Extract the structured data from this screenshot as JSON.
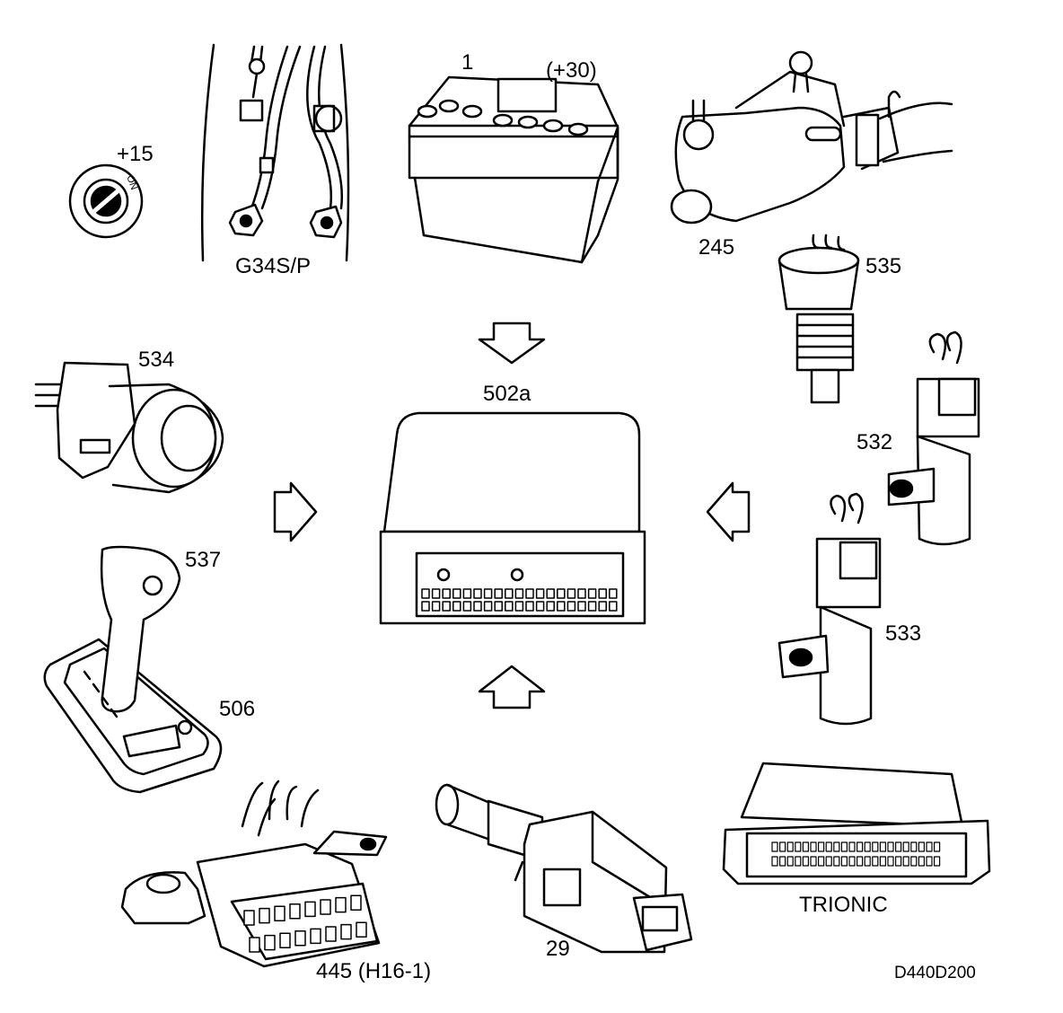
{
  "labels": {
    "ignition": "+15",
    "ignition_on": "ON",
    "ground": "G34S/P",
    "battery_num": "1",
    "battery_term": "(+30)",
    "throttle": "245",
    "temp_sensor": "535",
    "ecu": "502a",
    "solenoid": "534",
    "crank_sensor_a": "532",
    "crank_sensor_b": "533",
    "gear_knob": "537",
    "selector": "506",
    "diag_connector": "445 (H16-1)",
    "brake_switch": "29",
    "trionic": "TRIONIC",
    "drawing_code": "D440D200"
  }
}
